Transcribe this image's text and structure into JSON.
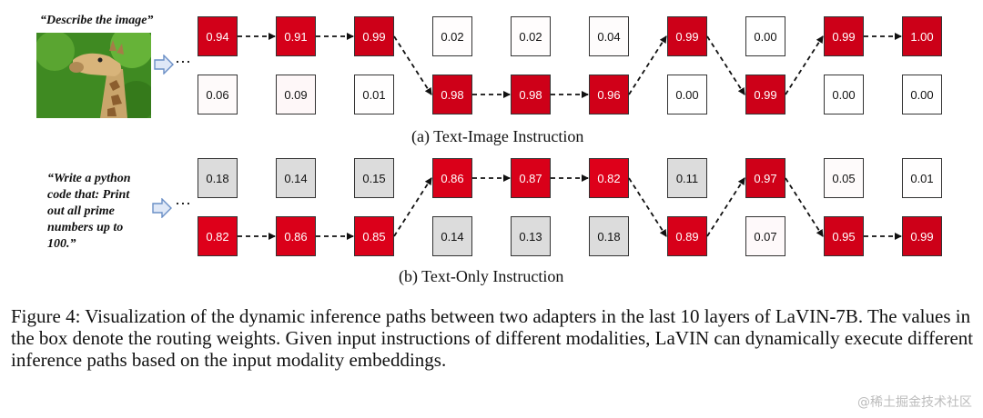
{
  "panel_a": {
    "prompt": "“Describe the image”",
    "dots": "⋯",
    "caption": "(a)   Text-Image Instruction",
    "top_row": [
      0.94,
      0.91,
      0.99,
      0.02,
      0.02,
      0.04,
      0.99,
      0.0,
      0.99,
      1.0
    ],
    "bottom_row": [
      0.06,
      0.09,
      0.01,
      0.98,
      0.98,
      0.96,
      0.0,
      0.99,
      0.0,
      0.0
    ],
    "path": [
      "top",
      "top",
      "top",
      "bottom",
      "bottom",
      "bottom",
      "top",
      "bottom",
      "top",
      "top"
    ]
  },
  "panel_b": {
    "prompt_lines": [
      "“Write a python",
      "code that: Print",
      "out all prime",
      "numbers up to",
      "100.”"
    ],
    "dots": "⋯",
    "caption": "(b)   Text-Only Instruction",
    "top_row": [
      0.18,
      0.14,
      0.15,
      0.86,
      0.87,
      0.82,
      0.11,
      0.97,
      0.05,
      0.01
    ],
    "bottom_row": [
      0.82,
      0.86,
      0.85,
      0.14,
      0.13,
      0.18,
      0.89,
      0.07,
      0.95,
      0.99
    ],
    "path": [
      "bottom",
      "bottom",
      "bottom",
      "top",
      "top",
      "top",
      "bottom",
      "top",
      "bottom",
      "bottom"
    ]
  },
  "colors": {
    "high": "#c00018",
    "border": "#333333",
    "gray_fill": "#dcdcdc"
  },
  "figure_caption": "Figure 4: Visualization of the dynamic inference paths between two adapters in the last 10 layers of LaVIN-7B. The values in the box denote the routing weights. Given input instructions of different modalities, LaVIN can dynamically execute different inference paths based on the input modality embeddings.",
  "watermark": "@稀土掘金技术社区",
  "icons": {
    "input_arrow": "right-arrow-icon",
    "image": "giraffe-photo"
  }
}
